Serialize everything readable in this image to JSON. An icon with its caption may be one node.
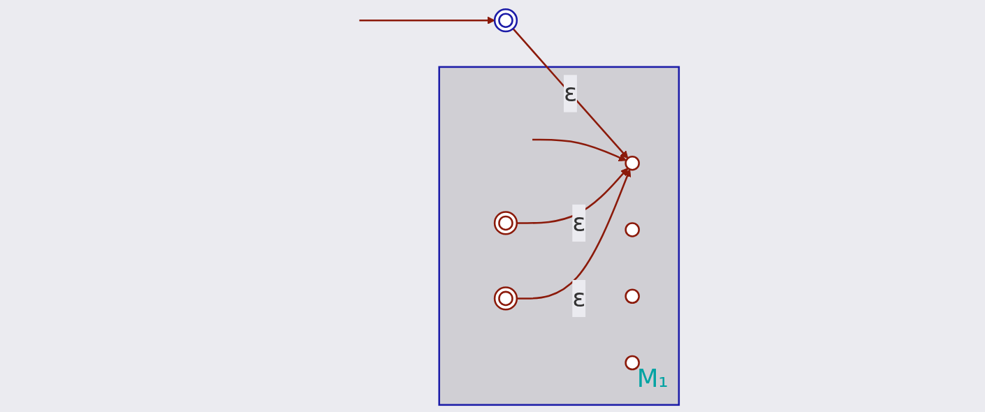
{
  "diagram": {
    "nodes": [
      {
        "text": [],
        "shape": "doublecircle"
      },
      {
        "text": [
          "M₁"
        ]
      },
      {
        "text": [],
        "shape": "circle",
        "in": 1
      },
      {
        "text": [],
        "shape": "circle",
        "in": 1
      },
      {
        "text": [],
        "shape": "doublecircle",
        "in": 1
      },
      {
        "text": [],
        "shape": "circle",
        "in": 1
      },
      {
        "text": [],
        "shape": "circle",
        "in": 1
      },
      {
        "text": [],
        "shape": "doublecircle",
        "in": 1
      }
    ],
    "edges": [
      {
        "from": null,
        "to": 0,
        "arrow": "to"
      },
      {
        "from": 0,
        "to": 2,
        "arrow": "to",
        "label": "ε"
      },
      {
        "from": null,
        "to": 2,
        "arrow": "to"
      },
      {
        "from": 4,
        "to": 2,
        "arrow": "to",
        "label": "ε"
      },
      {
        "from": 7,
        "to": 2,
        "arrow": "to",
        "label": "ε"
      }
    ]
  }
}
